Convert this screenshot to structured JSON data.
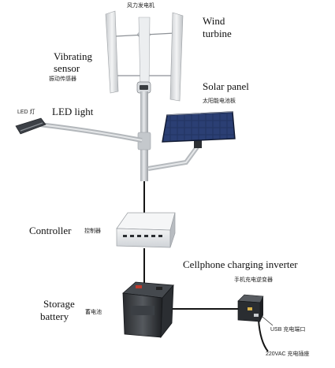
{
  "wind_turbine": {
    "cn_label": "风力发电机",
    "en_label_line1": "Wind",
    "en_label_line2": "turbine"
  },
  "vibrating_sensor": {
    "en_label_line1": "Vibrating",
    "en_label_line2": "sensor",
    "cn_label": "振动传感器"
  },
  "solar_panel": {
    "en_label": "Solar panel",
    "cn_label": "太阳能电池板"
  },
  "led_light": {
    "small_label": "LED 灯",
    "en_label": "LED light"
  },
  "controller": {
    "en_label": "Controller",
    "cn_label": "控制器"
  },
  "cellphone_inverter": {
    "en_label": "Cellphone charging inverter",
    "cn_label": "手机充电逆变器",
    "usb_label": "USB 充电端口",
    "ac_label": "220VAC 充电插座"
  },
  "storage_battery": {
    "en_label_line1": "Storage",
    "en_label_line2": "battery",
    "cn_label": "蓄电池"
  },
  "colors": {
    "pole": "#c9ccd0",
    "cable": "#1a1a1a",
    "panel": "#1f2f55",
    "blade": "#e6e8ea"
  }
}
